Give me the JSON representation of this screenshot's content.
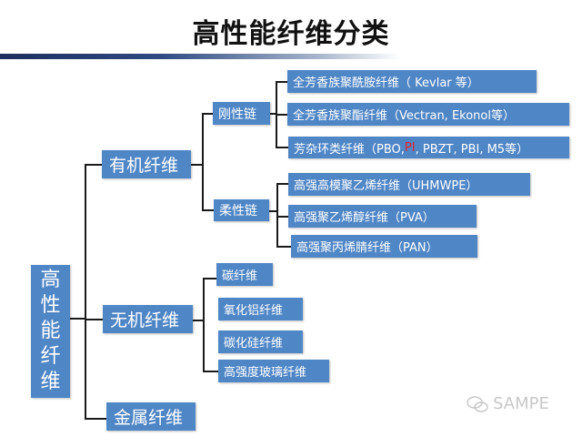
{
  "title": "高性能纤维分类",
  "root": {
    "chars": [
      "高",
      "性",
      "能",
      "纤",
      "维"
    ]
  },
  "organic": {
    "label": "有机纤维",
    "rigid": {
      "label": "刚性链",
      "items": [
        "全芳香族聚酰胺纤维（ Kevlar 等）",
        "全芳香族聚酯纤维（Vectran, Ekonol等）"
      ],
      "item3": {
        "prefix": "芳杂环类纤维（PBO, ",
        "highlight": "PI",
        "suffix": ", PBZT, PBI, M5等）"
      },
      "highlight_color": "#e0252d"
    },
    "flexible": {
      "label": "柔性链",
      "items": [
        "高强高模聚乙烯纤维（UHMWPE）",
        "高强聚乙烯醇纤维（PVA）",
        "高强聚丙烯腈纤维（PAN）"
      ]
    }
  },
  "inorganic": {
    "label": "无机纤维",
    "items": [
      "碳纤维",
      "氧化铝纤维",
      "碳化硅纤维",
      "高强度玻璃纤维"
    ]
  },
  "metal": {
    "label": "金属纤维"
  },
  "watermark": {
    "text": "SAMPE",
    "icon": "wechat-icon"
  },
  "colors": {
    "box": "#4f86c6",
    "line": "#1a1a1a"
  }
}
